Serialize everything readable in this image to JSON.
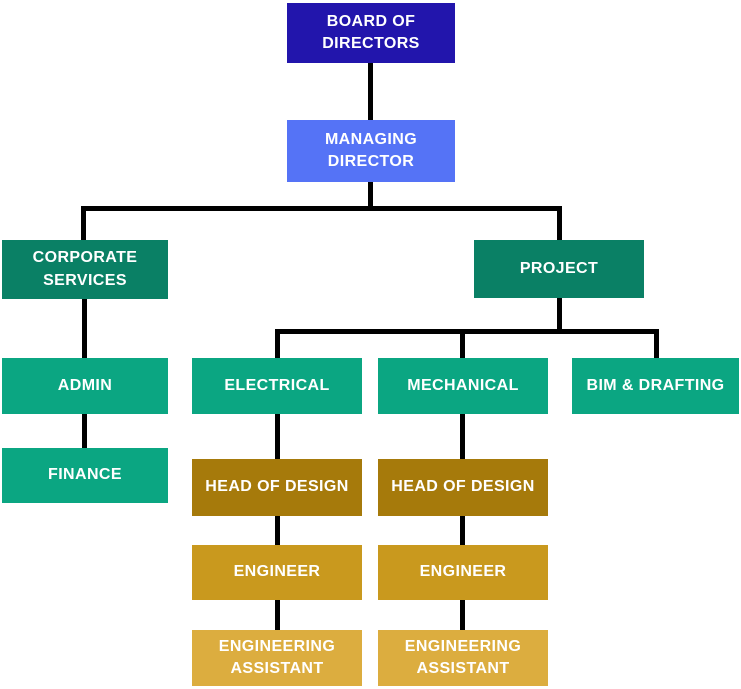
{
  "colors": {
    "board": "#2215AC",
    "managing_director": "#5573F6",
    "division": "#0A8065",
    "department": "#0BA682",
    "head_of_design": "#A67A0B",
    "engineer": "#C9991E",
    "assistant": "#DCAD3F",
    "line": "#000000",
    "text": "#FFFFFF"
  },
  "nodes": {
    "board": {
      "label": "BOARD OF DIRECTORS"
    },
    "managing_director": {
      "label": "MANAGING DIRECTOR"
    },
    "corporate_services": {
      "label": "CORPORATE SERVICES"
    },
    "project": {
      "label": "PROJECT"
    },
    "admin": {
      "label": "ADMIN"
    },
    "finance": {
      "label": "FINANCE"
    },
    "electrical": {
      "label": "ELECTRICAL"
    },
    "mechanical": {
      "label": "MECHANICAL"
    },
    "bim_drafting": {
      "label": "BIM & DRAFTING"
    },
    "electrical_head_of_design": {
      "label": "HEAD OF DESIGN"
    },
    "mechanical_head_of_design": {
      "label": "HEAD OF DESIGN"
    },
    "electrical_engineer": {
      "label": "ENGINEER"
    },
    "mechanical_engineer": {
      "label": "ENGINEER"
    },
    "electrical_engineering_assistant": {
      "label": "ENGINEERING ASSISTANT"
    },
    "mechanical_engineering_assistant": {
      "label": "ENGINEERING ASSISTANT"
    }
  },
  "edges": [
    [
      "board",
      "managing_director"
    ],
    [
      "managing_director",
      "corporate_services"
    ],
    [
      "managing_director",
      "project"
    ],
    [
      "corporate_services",
      "admin"
    ],
    [
      "admin",
      "finance"
    ],
    [
      "project",
      "electrical"
    ],
    [
      "project",
      "mechanical"
    ],
    [
      "project",
      "bim_drafting"
    ],
    [
      "electrical",
      "electrical_head_of_design"
    ],
    [
      "electrical_head_of_design",
      "electrical_engineer"
    ],
    [
      "electrical_engineer",
      "electrical_engineering_assistant"
    ],
    [
      "mechanical",
      "mechanical_head_of_design"
    ],
    [
      "mechanical_head_of_design",
      "mechanical_engineer"
    ],
    [
      "mechanical_engineer",
      "mechanical_engineering_assistant"
    ]
  ]
}
